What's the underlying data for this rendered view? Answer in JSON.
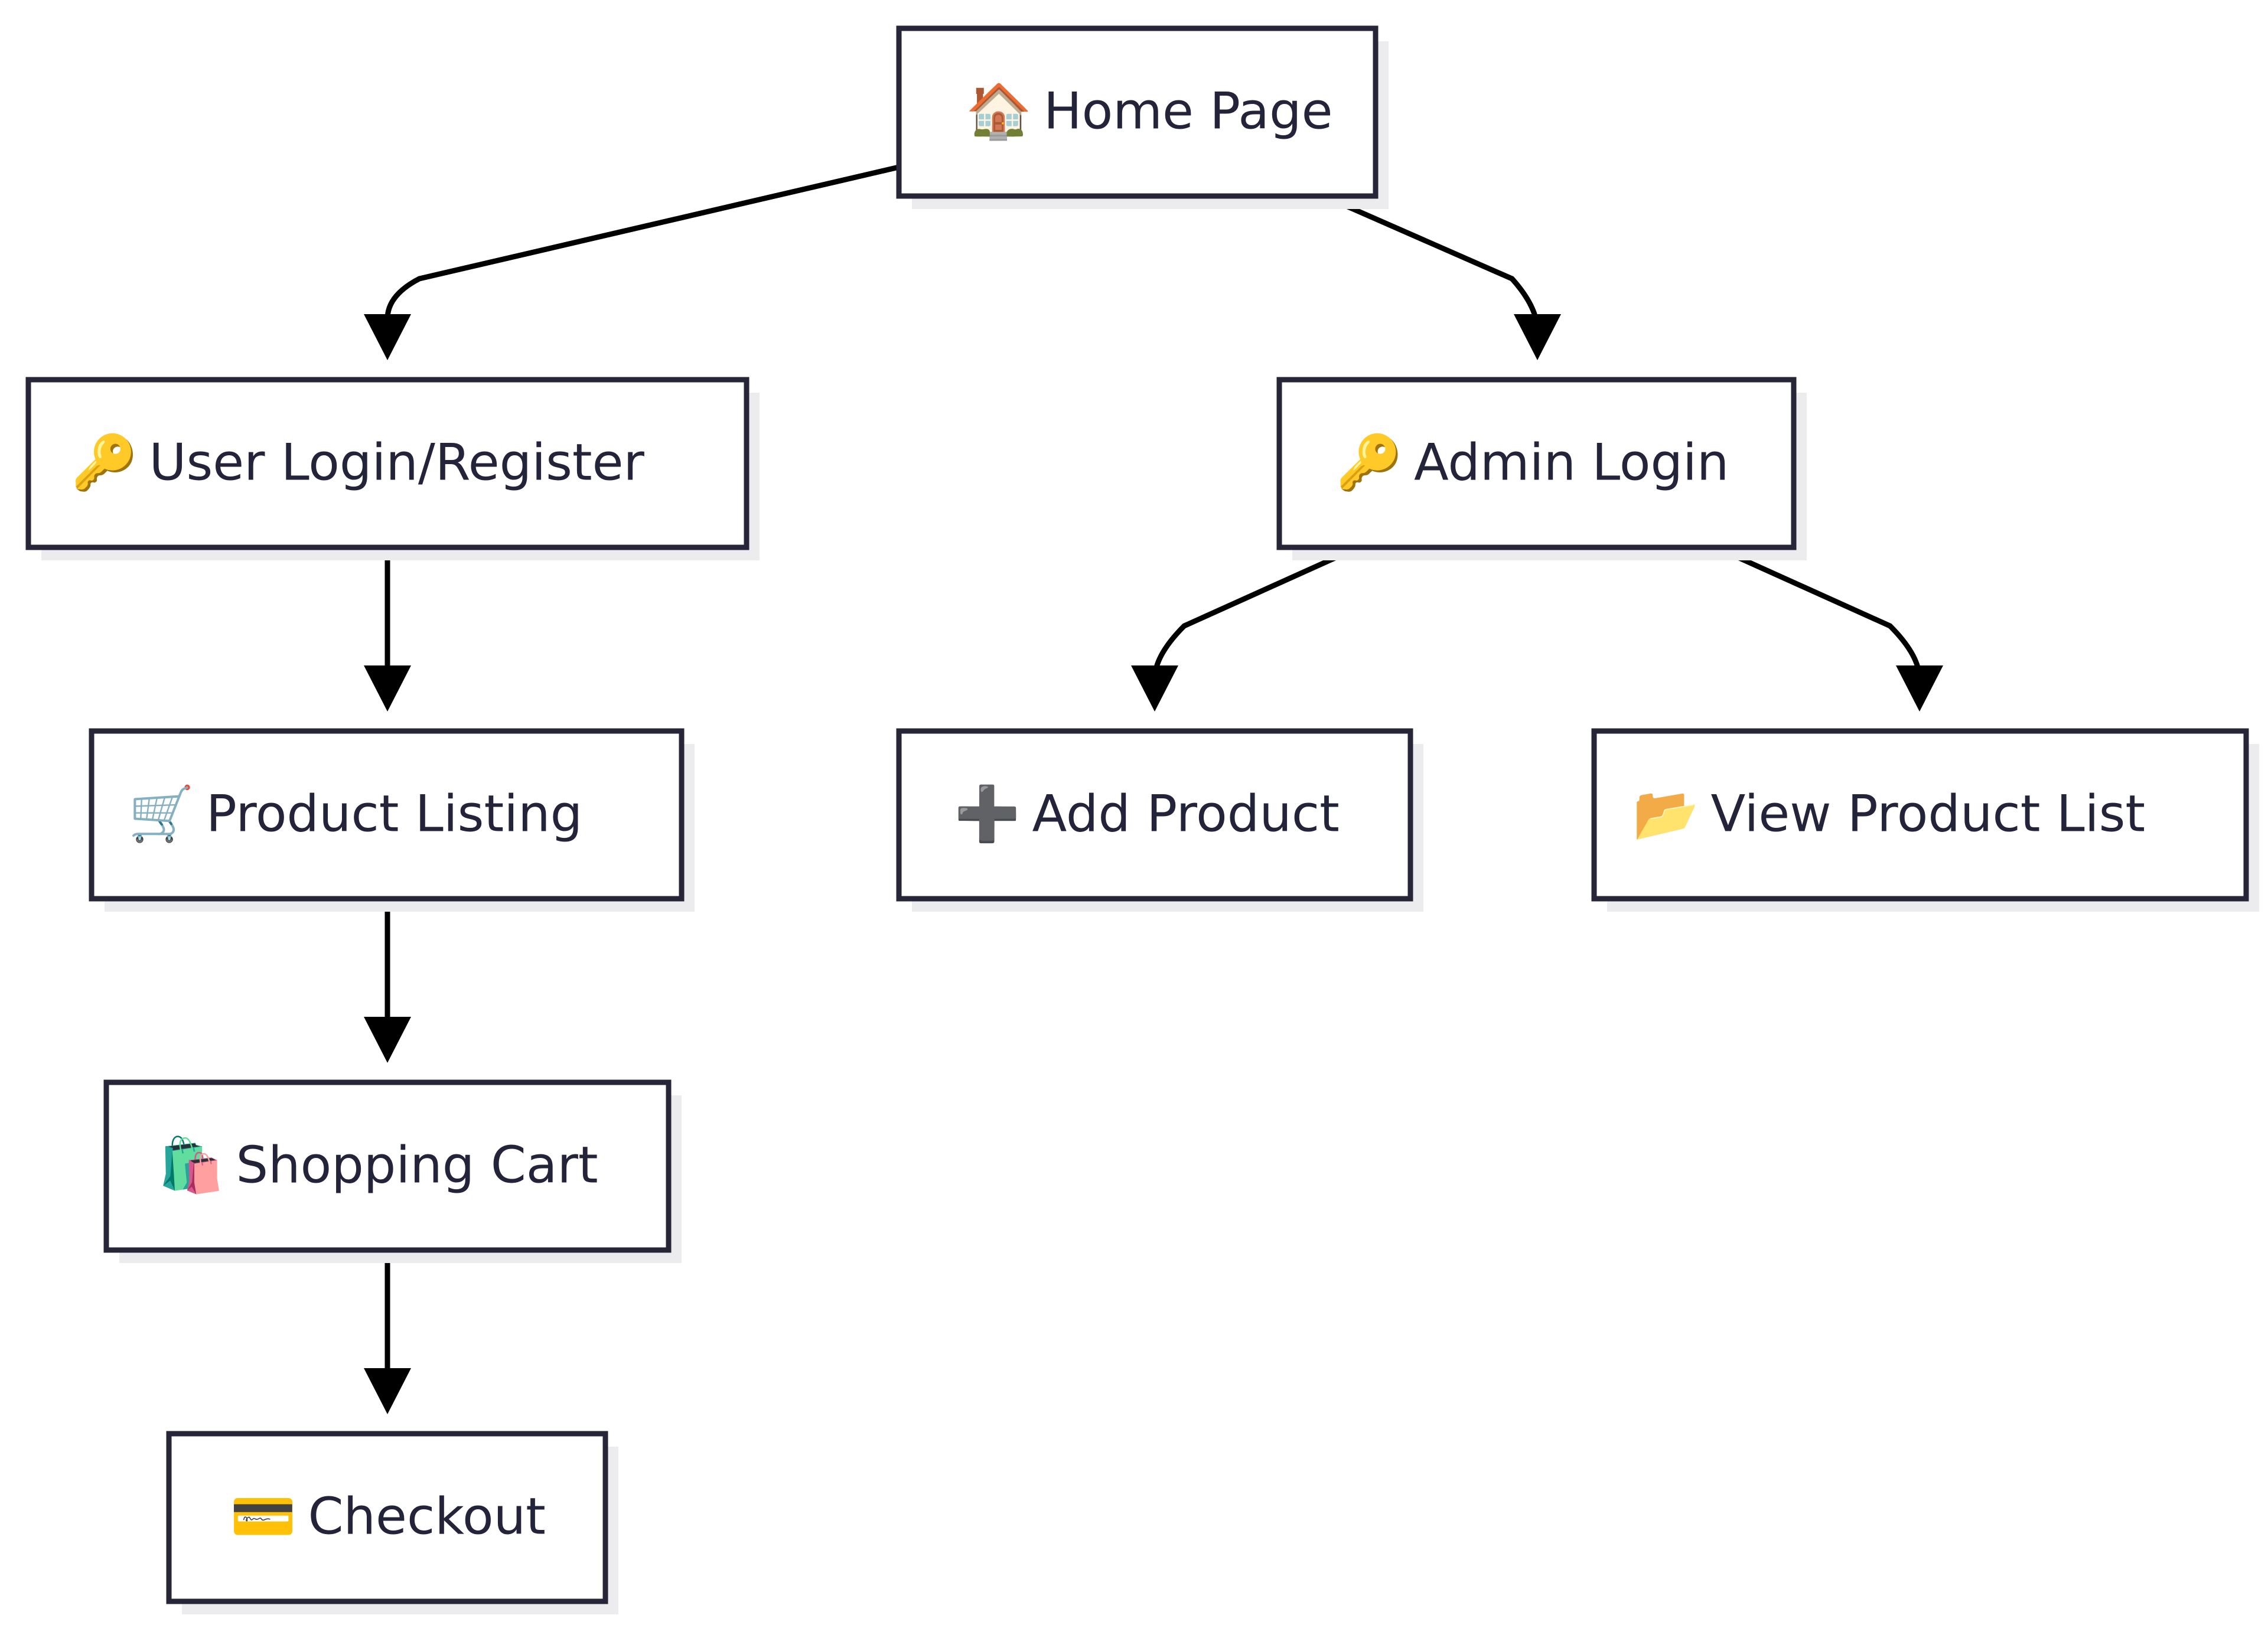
{
  "diagram": {
    "type": "flowchart",
    "nodes": [
      {
        "id": "home",
        "icon": "house-icon",
        "glyph": "🏠",
        "label": "Home Page"
      },
      {
        "id": "user_login",
        "icon": "key-icon",
        "glyph": "🔑",
        "label": "User Login/Register"
      },
      {
        "id": "admin_login",
        "icon": "key-icon",
        "glyph": "🔑",
        "label": "Admin Login"
      },
      {
        "id": "product_listing",
        "icon": "shopping-cart-icon",
        "glyph": "🛒",
        "label": "Product Listing"
      },
      {
        "id": "add_product",
        "icon": "plus-icon",
        "glyph": "➕",
        "label": "Add Product"
      },
      {
        "id": "view_product_list",
        "icon": "open-folder-icon",
        "glyph": "📂",
        "label": "View Product List"
      },
      {
        "id": "shopping_cart",
        "icon": "shopping-bags-icon",
        "glyph": "🛍️",
        "label": "Shopping Cart"
      },
      {
        "id": "checkout",
        "icon": "credit-card-icon",
        "glyph": "💳",
        "label": "Checkout"
      }
    ],
    "edges": [
      {
        "from": "home",
        "to": "user_login"
      },
      {
        "from": "home",
        "to": "admin_login"
      },
      {
        "from": "user_login",
        "to": "product_listing"
      },
      {
        "from": "product_listing",
        "to": "shopping_cart"
      },
      {
        "from": "shopping_cart",
        "to": "checkout"
      },
      {
        "from": "admin_login",
        "to": "add_product"
      },
      {
        "from": "admin_login",
        "to": "view_product_list"
      }
    ]
  }
}
